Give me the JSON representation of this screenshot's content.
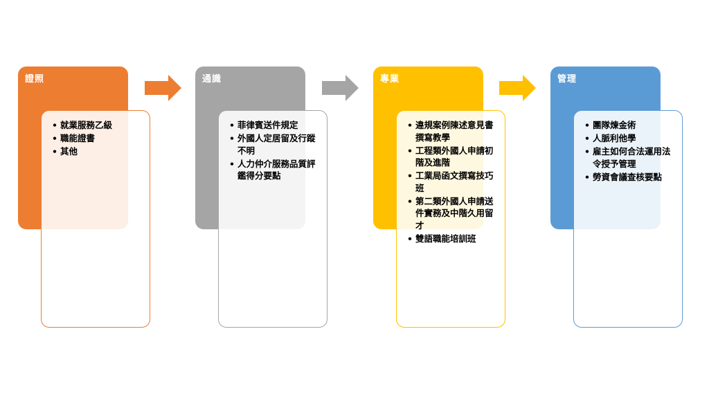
{
  "columns": [
    {
      "title": "證照",
      "color": "#ED7D31",
      "border_color": "#ED7D31",
      "items": [
        "就業服務乙級",
        "職能證書",
        "其他"
      ]
    },
    {
      "title": "通識",
      "color": "#A5A5A5",
      "border_color": "#A5A5A5",
      "items": [
        "菲律賓送件規定",
        "外國人定居留及行蹤不明",
        "人力仲介服務品質評鑑得分要點"
      ]
    },
    {
      "title": "專業",
      "color": "#FFC000",
      "border_color": "#FFC000",
      "items": [
        "違規案例陳述意見書撰寫教學",
        "工程類外國人申請初階及進階",
        "工業局函文撰寫技巧班",
        "第二類外國人申請送件實務及中階久用留才",
        "雙語職能培訓班"
      ]
    },
    {
      "title": "管理",
      "color": "#5B9BD5",
      "border_color": "#5B9BD5",
      "items": [
        "團隊煉金術",
        "人脈利他學",
        "雇主如何合法運用法令授予管理",
        "勞資會議查核要點"
      ]
    }
  ],
  "arrows": [
    {
      "color": "#ED7D31",
      "icon": "right-arrow-icon"
    },
    {
      "color": "#A5A5A5",
      "icon": "right-arrow-icon"
    },
    {
      "color": "#FFC000",
      "icon": "right-arrow-icon"
    }
  ],
  "bullet_glyph": "•"
}
